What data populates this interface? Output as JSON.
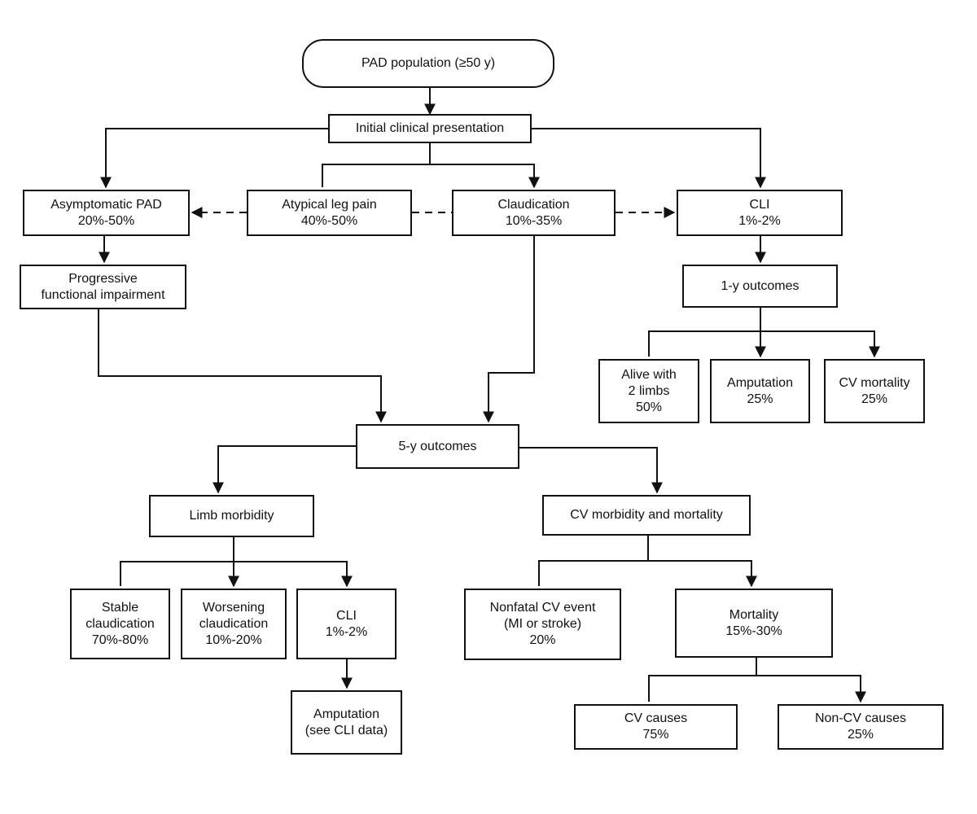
{
  "nodes": {
    "pad_population": [
      "PAD population (≥50 y)"
    ],
    "initial_presentation": [
      "Initial clinical presentation"
    ],
    "asymptomatic": [
      "Asymptomatic PAD",
      "20%-50%"
    ],
    "atypical": [
      "Atypical leg pain",
      "40%-50%"
    ],
    "claudication": [
      "Claudication",
      "10%-35%"
    ],
    "cli_top": [
      "CLI",
      "1%-2%"
    ],
    "progressive": [
      "Progressive",
      "functional impairment"
    ],
    "one_year": [
      "1-y outcomes"
    ],
    "alive": [
      "Alive with",
      "2 limbs",
      "50%"
    ],
    "amputation_top": [
      "Amputation",
      "25%"
    ],
    "cv_mortality": [
      "CV mortality",
      "25%"
    ],
    "five_year": [
      "5-y outcomes"
    ],
    "limb_morbidity": [
      "Limb morbidity"
    ],
    "cv_morbidity": [
      "CV morbidity and mortality"
    ],
    "stable": [
      "Stable",
      "claudication",
      "70%-80%"
    ],
    "worsening": [
      "Worsening",
      "claudication",
      "10%-20%"
    ],
    "cli_bottom": [
      "CLI",
      "1%-2%"
    ],
    "amputation_bottom": [
      "Amputation",
      "(see CLI data)"
    ],
    "nonfatal": [
      "Nonfatal CV event",
      "(MI or stroke)",
      "20%"
    ],
    "mortality": [
      "Mortality",
      "15%-30%"
    ],
    "cv_causes": [
      "CV causes",
      "75%"
    ],
    "non_cv_causes": [
      "Non-CV causes",
      "25%"
    ]
  }
}
